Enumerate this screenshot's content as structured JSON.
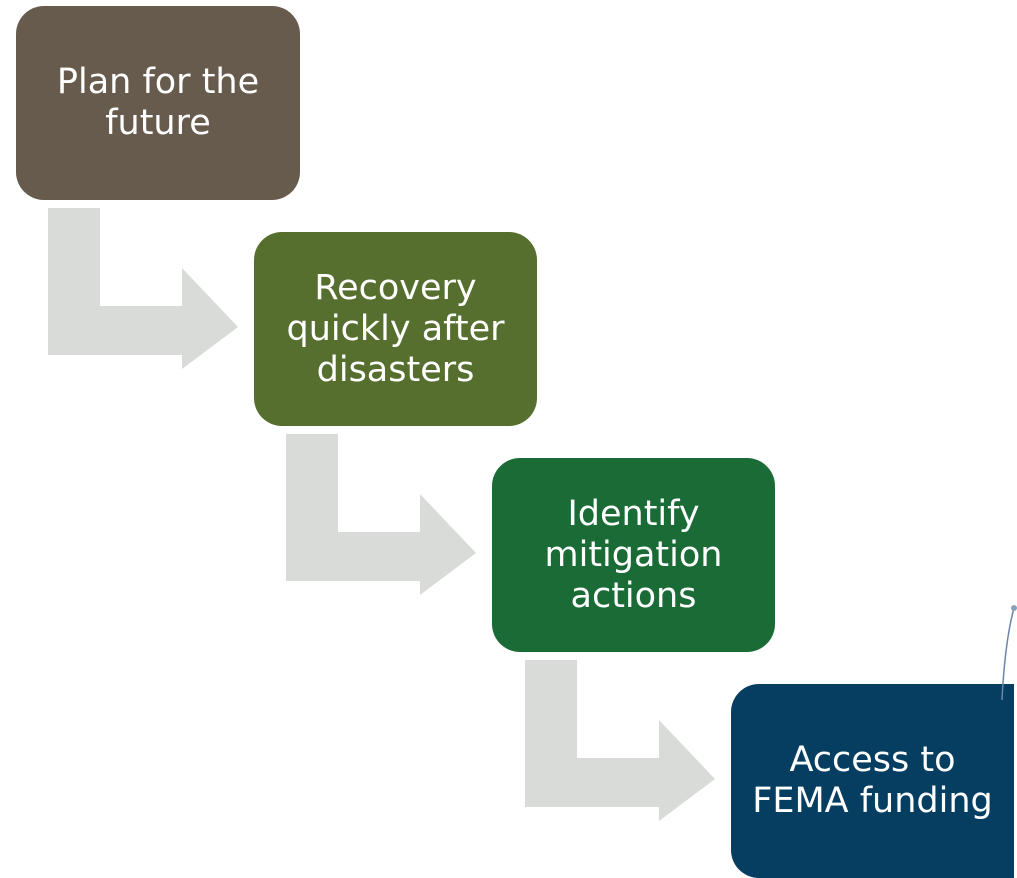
{
  "steps": [
    {
      "label": "Plan for the future",
      "color": "#675b4e"
    },
    {
      "label": "Recovery quickly after disasters",
      "color": "#566f2f"
    },
    {
      "label": "Identify mitigation actions",
      "color": "#1a6b36"
    },
    {
      "label": "Access to FEMA funding",
      "color": "#053e60"
    }
  ],
  "arrow_color": "#d9dbd9"
}
